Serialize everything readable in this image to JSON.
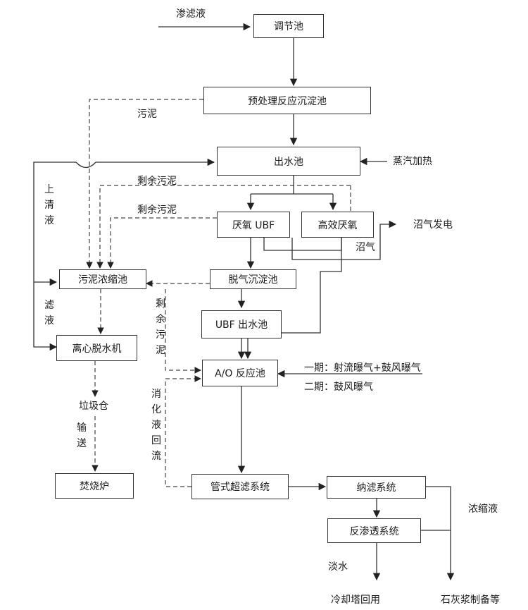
{
  "boxes": {
    "tiaojiechi": "调节池",
    "yuchuli": "预处理反应沉淀池",
    "chushuichi": "出水池",
    "yanyang_ubf": "厌氧 UBF",
    "gaoxiao_yanyang": "高效厌氧",
    "wuni_nongsuo": "污泥浓缩池",
    "tuoqi_chendian": "脱气沉淀池",
    "ubf_chushui": "UBF 出水池",
    "lixin_tuoshui": "离心脱水机",
    "ao_fanying": "A/O 反应池",
    "fenshaolu": "焚烧炉",
    "guanshi_chaolv": "管式超滤系统",
    "nalv": "纳滤系统",
    "fanshentou": "反渗透系统"
  },
  "labels": {
    "shenlvye": "渗滤液",
    "wuni": "污泥",
    "zhengqi_jiare": "蒸汽加热",
    "shengyu_wuni_1": "剩余污泥",
    "shengyu_wuni_2": "剩余污泥",
    "zhaoqi_fadian": "沼气发电",
    "zhaoqi": "沼气",
    "yiqi": "一期：射流曝气+鼓风曝气",
    "erqi": "二期：鼓风曝气",
    "lajicang": "垃圾仓",
    "nongsuoye": "浓缩液",
    "danshui": "淡水",
    "lengque": "冷却塔回用",
    "shihuijiang": "石灰浆制备等"
  },
  "vertical_labels": {
    "shangqingye": [
      "上",
      "清",
      "液"
    ],
    "lvye": [
      "滤",
      "液"
    ],
    "shengyuwuni_v": [
      "剩",
      "余",
      "污",
      "泥"
    ],
    "shusong": [
      "输",
      "送"
    ],
    "xiaohuaye": [
      "消",
      "化",
      "液",
      "回",
      "流"
    ]
  }
}
